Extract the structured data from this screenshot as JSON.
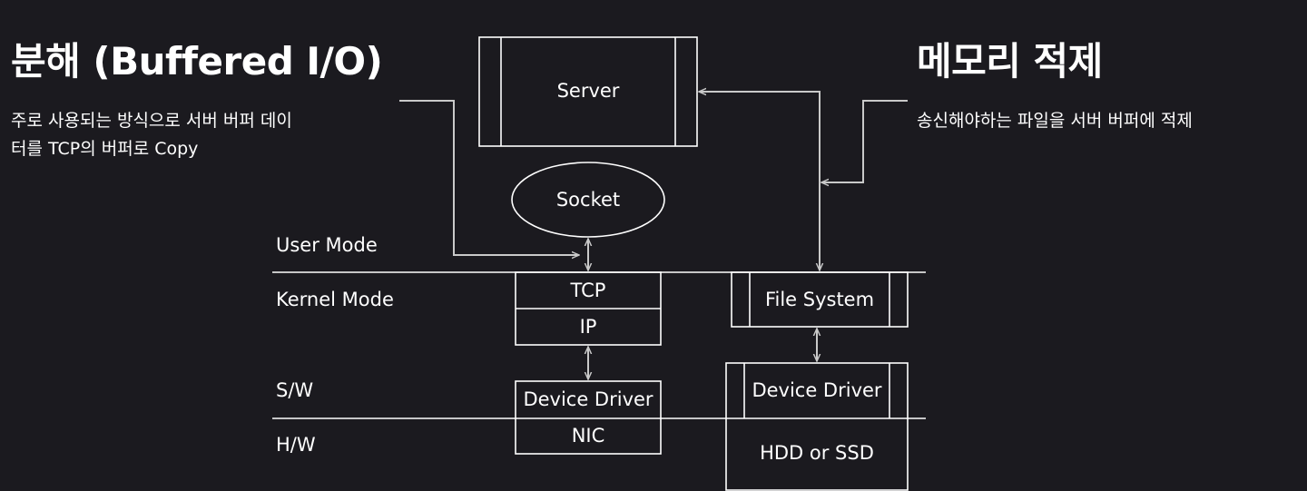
{
  "left_heading": "분해 (Buffered I/O)",
  "left_desc": [
    "주로 사용되는 방식으로 서버 버퍼 데이",
    "터를 TCP의 버퍼로 Copy"
  ],
  "right_heading": "메모리 적제",
  "right_desc": "송신해야하는 파일을 서버 버퍼에 적제",
  "nodes": {
    "server": "Server",
    "socket": "Socket",
    "tcp": "TCP",
    "ip": "IP",
    "net_driver": "Device Driver",
    "nic": "NIC",
    "file_system": "File System",
    "disk_driver": "Device Driver",
    "storage": "HDD or SSD"
  },
  "layers": {
    "user_mode": "User Mode",
    "kernel_mode": "Kernel Mode",
    "sw": "S/W",
    "hw": "H/W"
  },
  "colors": {
    "background": "#1b1a1f",
    "foreground": "#ffffff",
    "connector": "#c9c9c9"
  }
}
